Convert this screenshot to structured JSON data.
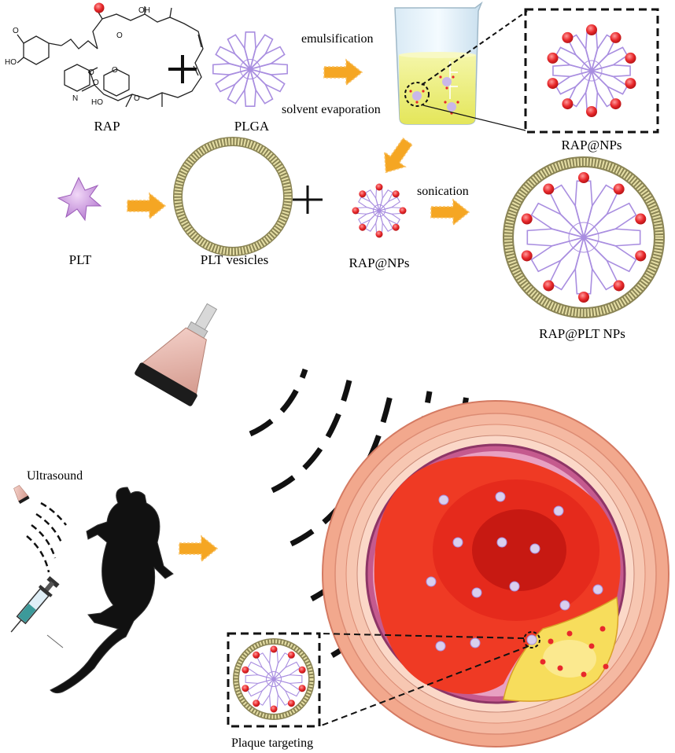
{
  "labels": {
    "rap": "RAP",
    "plga": "PLGA",
    "emulsification": "emulsification",
    "solvent_evaporation": "solvent evaporation",
    "rap_nps_top": "RAP@NPs",
    "plt": "PLT",
    "plt_vesicles": "PLT vesicles",
    "rap_nps_mid": "RAP@NPs",
    "sonication": "sonication",
    "rap_plt_nps": "RAP@PLT NPs",
    "ultrasound": "Ultrasound",
    "plaque_targeting": "Plaque targeting"
  },
  "molecule_atoms": {
    "ho_top": "OH",
    "o_methoxy": "O",
    "ho_left": "HO",
    "o1": "O",
    "o2": "O",
    "n": "N",
    "ho_mid": "HO",
    "o3": "O",
    "ome_a": "O",
    "ome_b": "O"
  },
  "colors": {
    "arrow_orange": "#f5a623",
    "polymer_purple": "#a98ee0",
    "drug_red": "#e8282b",
    "membrane_gold": "#d9cf8c",
    "vessel_pink": "#f2a88d",
    "lumen_red": "#ef3a24",
    "plaque_yellow": "#f7dd5c",
    "beaker_yellow": "#eef08a",
    "mouse_black": "#111111"
  }
}
